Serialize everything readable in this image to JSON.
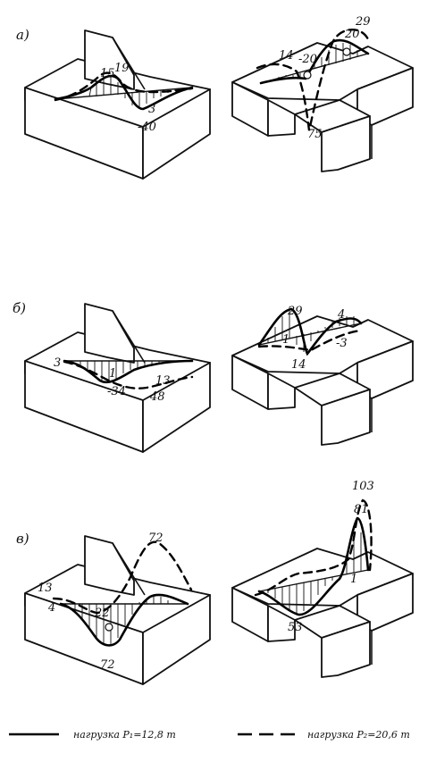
{
  "panels": [
    {
      "label": "а)",
      "left_values": [
        "15",
        "19",
        "3",
        "-40"
      ],
      "right_values": [
        "14",
        "-20",
        "29",
        "20",
        "75"
      ]
    },
    {
      "label": "б)",
      "left_values": [
        "3",
        "1",
        "13",
        "-34",
        "48"
      ],
      "right_values": [
        "29",
        "4",
        "1",
        "-3",
        "14"
      ]
    },
    {
      "label": "в)",
      "left_values": [
        "72",
        "13",
        "4",
        "22",
        "72"
      ],
      "right_values": [
        "103",
        "81",
        "1",
        "53"
      ]
    }
  ],
  "legend": {
    "solid_label": "нагрузка P₁=12,8 т",
    "dashed_label": "нагрузка P₂=20,6 т"
  }
}
